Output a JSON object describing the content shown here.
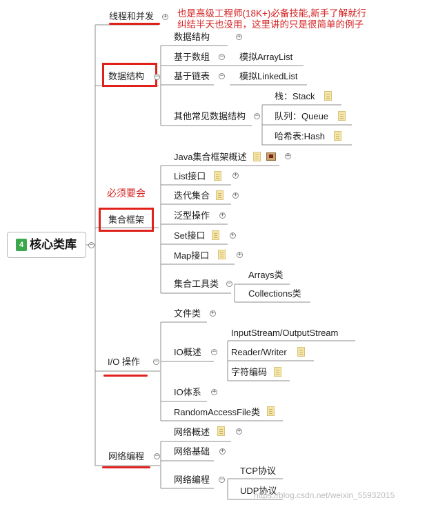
{
  "root": {
    "badge": "4",
    "label": "核心类库"
  },
  "branches": {
    "thread": {
      "label": "线程和并发"
    },
    "ds": {
      "label": "数据结构",
      "children": {
        "title": "数据结构",
        "array": "基于数组",
        "array_child": "模拟ArrayList",
        "linked": "基于链表",
        "linked_child": "模拟LinkedList",
        "other": "其他常见数据结构",
        "stack": "栈：Stack",
        "queue": "队列：Queue",
        "hash": "哈希表:Hash"
      }
    },
    "coll": {
      "label": "集合框架",
      "children": {
        "overview": "Java集合框架概述",
        "list": "List接口",
        "iter": "迭代集合",
        "generic": "泛型操作",
        "set": "Set接口",
        "map": "Map接口",
        "tools": "集合工具类",
        "arrays": "Arrays类",
        "collections": "Collections类"
      }
    },
    "io": {
      "label": "I/O 操作",
      "children": {
        "file": "文件类",
        "overview": "IO概述",
        "stream": "InputStream/OutputStream",
        "rw": "Reader/Writer",
        "enc": "字符编码",
        "system": "IO体系",
        "raf": "RandomAccessFile类"
      }
    },
    "net": {
      "label": "网络编程",
      "children": {
        "overview": "网络概述",
        "basics": "网络基础",
        "prog": "网络编程",
        "tcp": "TCP协议",
        "udp": "UDP协议"
      }
    }
  },
  "annotations": {
    "top_note_line1": "也是高级工程师(18K+)必备技能,新手了解就行",
    "top_note_line2": "纠结半天也没用，这里讲的只是很简单的例子",
    "must_know": "必须要会"
  },
  "watermark": "https://blog.csdn.net/weixin_55932015",
  "colors": {
    "accent_red": "#e0201a",
    "annot_red": "#d41f1f",
    "line": "#8c8c8c",
    "badge_green": "#3aa84b"
  }
}
